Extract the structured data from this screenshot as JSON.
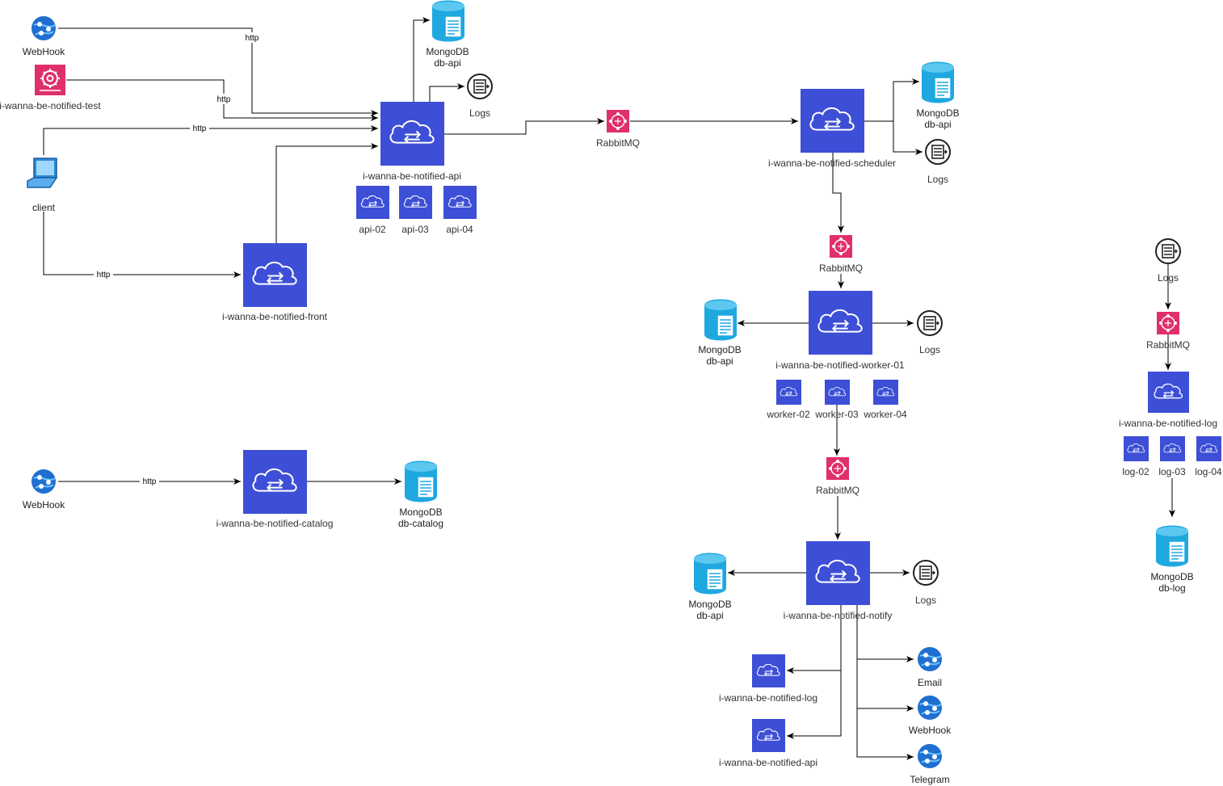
{
  "colors": {
    "service": "#3d4fd6",
    "queue": "#e0306b",
    "db": "#1fa8e0",
    "web": "#1e6fd0",
    "line": "#000000"
  },
  "nodes": {
    "webhook_top": "WebHook",
    "test_app": "i-wanna-be-notified-test",
    "client": "client",
    "front": "i-wanna-be-notified-front",
    "api": "i-wanna-be-notified-api",
    "api_02": "api-02",
    "api_03": "api-03",
    "api_04": "api-04",
    "db_api_top": [
      "MongoDB",
      "db-api"
    ],
    "logs_api": "Logs",
    "rabbit_1": "RabbitMQ",
    "scheduler": "i-wanna-be-notified-scheduler",
    "db_sched": [
      "MongoDB",
      "db-api"
    ],
    "logs_sched": "Logs",
    "rabbit_2": "RabbitMQ",
    "worker": "i-wanna-be-notified-worker-01",
    "worker_02": "worker-02",
    "worker_03": "worker-03",
    "worker_04": "worker-04",
    "db_worker": [
      "MongoDB",
      "db-api"
    ],
    "logs_worker": "Logs",
    "rabbit_3": "RabbitMQ",
    "notify": "i-wanna-be-notified-notify",
    "db_notify": [
      "MongoDB",
      "db-api"
    ],
    "logs_notify": "Logs",
    "notify_log": "i-wanna-be-notified-log",
    "notify_api": "i-wanna-be-notified-api",
    "email": "Email",
    "webhook_out": "WebHook",
    "telegram": "Telegram",
    "webhook_catalog": "WebHook",
    "catalog": "i-wanna-be-notified-catalog",
    "db_catalog": [
      "MongoDB",
      "db-catalog"
    ],
    "logs_right": "Logs",
    "rabbit_4": "RabbitMQ",
    "log_svc": "i-wanna-be-notified-log",
    "log_02": "log-02",
    "log_03": "log-03",
    "log_04": "log-04",
    "db_log": [
      "MongoDB",
      "db-log"
    ]
  },
  "edge_labels": {
    "webhook_api": "http",
    "test_api": "http",
    "client_api": "http",
    "client_front": "http",
    "webhook_catalog": "http"
  }
}
